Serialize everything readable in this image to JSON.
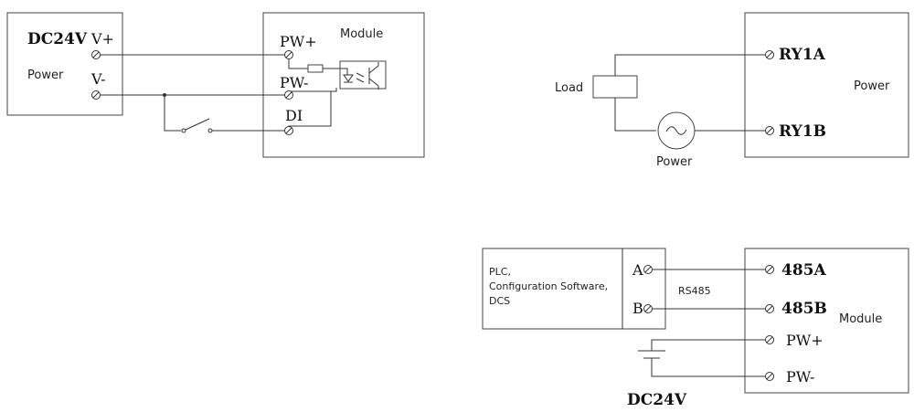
{
  "di_wiring": {
    "power_voltage": "DC24V",
    "power_label": "Power",
    "v_plus": "V+",
    "v_minus": "V-",
    "module_label": "Module",
    "pw_plus": "PW+",
    "pw_minus": "PW-",
    "di": "DI"
  },
  "relay_wiring": {
    "load_label": "Load",
    "ac_power_label": "Power",
    "box_label": "Power",
    "ry1a": "RY1A",
    "ry1b": "RY1B"
  },
  "rs485_wiring": {
    "host_line1": "PLC,",
    "host_line2": "Configuration Software,",
    "host_line3": "DCS",
    "host_a": "A",
    "host_b": "B",
    "bus_label": "RS485",
    "module_label": "Module",
    "t485a": "485A",
    "t485b": "485B",
    "pw_plus": "PW+",
    "pw_minus": "PW-",
    "supply_voltage": "DC24V"
  }
}
